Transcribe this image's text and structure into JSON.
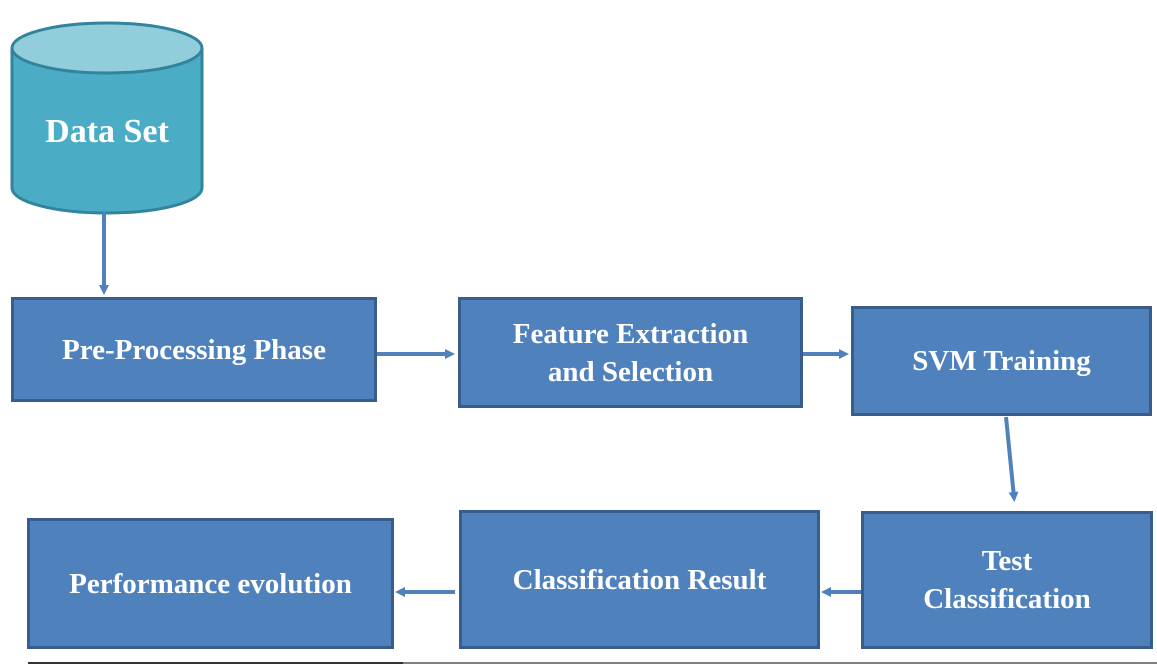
{
  "diagram": {
    "nodes": {
      "data_set": {
        "label": "Data Set",
        "shape": "cylinder"
      },
      "pre_processing": {
        "label": "Pre-Processing Phase"
      },
      "feature_extraction": {
        "label": "Feature Extraction\nand Selection"
      },
      "svm_training": {
        "label": "SVM Training"
      },
      "test_classification": {
        "label": "Test\nClassification"
      },
      "classification_result": {
        "label": "Classification Result"
      },
      "performance_evolution": {
        "label": "Performance evolution"
      }
    },
    "edges": [
      {
        "from": "data_set",
        "to": "pre_processing"
      },
      {
        "from": "pre_processing",
        "to": "feature_extraction"
      },
      {
        "from": "feature_extraction",
        "to": "svm_training"
      },
      {
        "from": "svm_training",
        "to": "test_classification"
      },
      {
        "from": "test_classification",
        "to": "classification_result"
      },
      {
        "from": "classification_result",
        "to": "performance_evolution"
      }
    ],
    "colors": {
      "box_fill": "#4f81bd",
      "box_border": "#385d8a",
      "cylinder_fill": "#4bacc6",
      "cylinder_top": "#92cddc",
      "cylinder_border": "#31849b",
      "arrow": "#4f81bd",
      "text": "#ffffff"
    }
  }
}
